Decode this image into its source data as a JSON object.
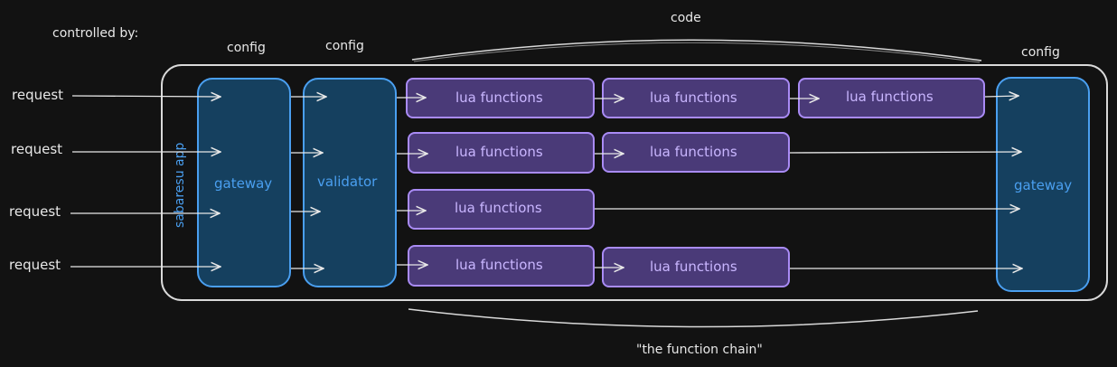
{
  "labels": {
    "controlled_by": "controlled by:",
    "config_gateway": "config",
    "config_validator": "config",
    "config_gateway_out": "config",
    "code": "code",
    "function_chain": "\"the function chain\"",
    "app": "sabaresu app"
  },
  "requests": [
    "request",
    "request",
    "request",
    "request"
  ],
  "nodes": {
    "gateway_in": "gateway",
    "validator": "validator",
    "gateway_out": "gateway"
  },
  "lua_rows": [
    [
      "lua functions",
      "lua functions",
      "lua functions"
    ],
    [
      "lua functions",
      "lua functions"
    ],
    [
      "lua functions"
    ],
    [
      "lua functions",
      "lua functions"
    ]
  ],
  "colors": {
    "background": "#121212",
    "outline": "#d9d9d9",
    "node_fill": "#15405f",
    "node_stroke": "#4a9ff0",
    "lua_fill": "#4a3a78",
    "lua_stroke": "#a98bf5",
    "lua_text": "#c9b6ff",
    "arrow": "#e8e8e8"
  }
}
